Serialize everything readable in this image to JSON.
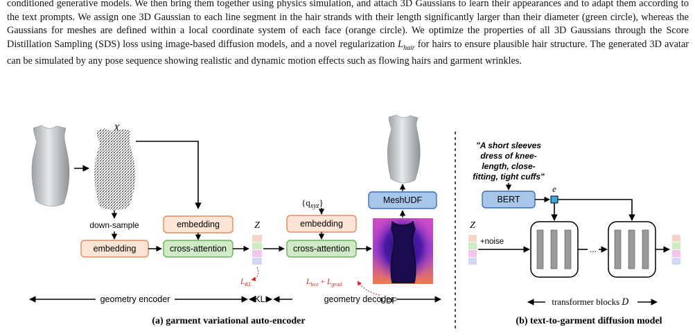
{
  "paragraph": {
    "part1": "conditioned generative models. We then bring them together using physics simulation, and attach 3D Gaussians to learn their appearances and to adapt them according to the text prompts. We assign one 3D Gaussian to each line segment in the hair strands with their length significantly larger than their diameter (green circle), whereas the Gaussians for meshes are defined within a local coordinate system of each face (orange circle). We optimize the properties of all 3D Gaussians through the Score Distillation Sampling (SDS) loss using image-based diffusion models, and a novel regularization ",
    "math": "L_hair",
    "part2": " for hairs to ensure plausible hair structure. The generated 3D avatar can be simulated by any pose sequence showing realistic and dynamic motion effects such as flowing hairs and garment wrinkles."
  },
  "figure": {
    "symbol_x": "X",
    "downsample_label": "down-sample",
    "embedding_left": "embedding",
    "embedding_mid": "embedding",
    "embedding_dec": "embedding",
    "cross_attention_enc": "cross-attention",
    "cross_attention_dec": "cross-attention",
    "symbol_z": "Z",
    "symbol_z_right": "Z",
    "query_label": "{q",
    "query_sub": "xyz",
    "query_close": "}",
    "meshudf_label": "MeshUDF",
    "udf_label": "UDF",
    "loss_kl": "L",
    "loss_kl_sub": "KL",
    "loss_bce": "L",
    "loss_bce_sub": "bce",
    "loss_plus": "+",
    "loss_grad": "L",
    "loss_grad_sub": "grad",
    "geometry_encoder": "geometry encoder",
    "kl_label": "KL",
    "geometry_decoder": "geometry decoder",
    "caption_a": "(a) garment variational auto-encoder",
    "prompt_line1": "\"A short sleeves",
    "prompt_line2": "dress of knee-",
    "prompt_line3": "length, close-",
    "prompt_line4": "fitting, tight cuffs\"",
    "bert_label": "BERT",
    "symbol_e": "e",
    "noise_label": "+noise",
    "ellipsis": "...",
    "transformer_blocks": "transformer blocks",
    "transformer_symbol": "D",
    "caption_b": "(b) text-to-garment diffusion model",
    "colors": {
      "orange_border": "#e8895a",
      "orange_fill": "#fde5d6",
      "green_border": "#6ab15c",
      "green_fill": "#cfeac4",
      "blue_border": "#3b6fb6",
      "blue_fill": "#a7c6ea",
      "loss_red": "#d62828",
      "latent_colors": [
        "#f6d5c9",
        "#cdebc3",
        "#f2c6ea",
        "#d2d8f2"
      ]
    }
  }
}
